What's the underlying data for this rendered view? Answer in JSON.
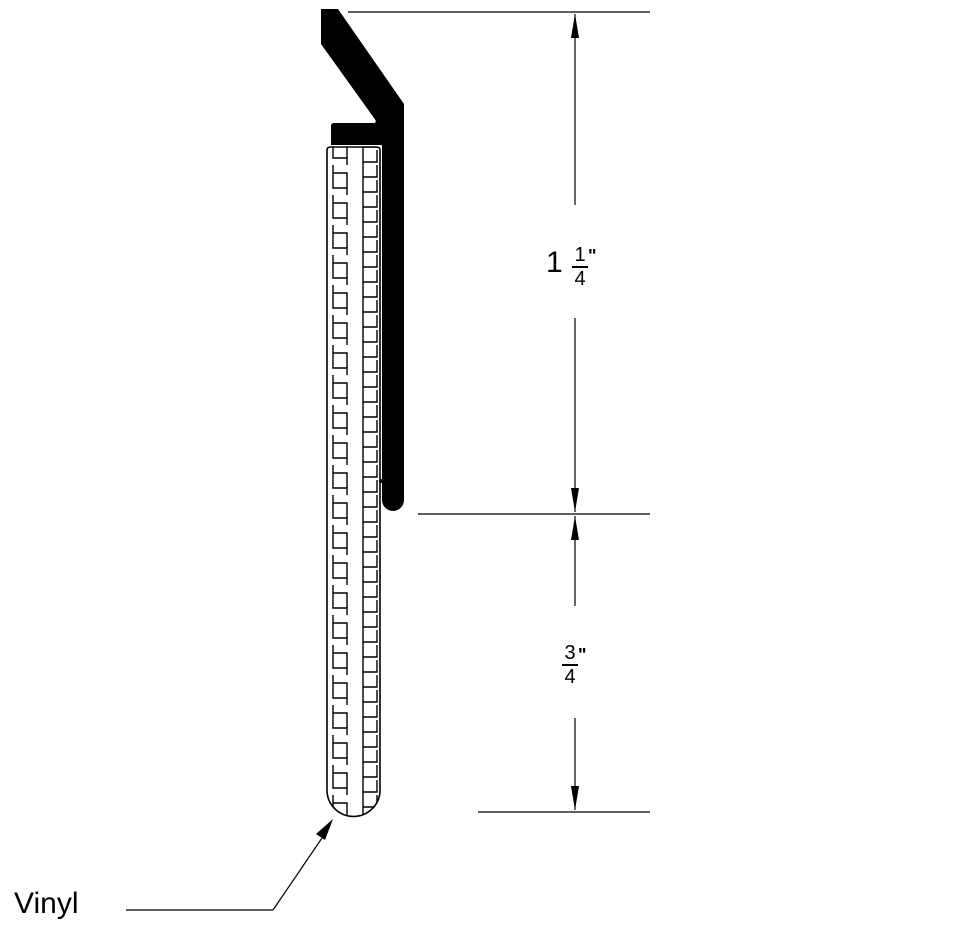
{
  "drawing": {
    "type": "cross-section profile",
    "colors": {
      "line": "#000000",
      "fill_profile": "#000000",
      "background": "#ffffff"
    }
  },
  "dimensions": {
    "upper": {
      "whole": "1",
      "numerator": "1",
      "denominator": "4",
      "unit": "\"",
      "value_inches": 1.25
    },
    "lower": {
      "numerator": "3",
      "denominator": "4",
      "unit": "\"",
      "value_inches": 0.75
    }
  },
  "callout": {
    "label": "Vinyl"
  }
}
